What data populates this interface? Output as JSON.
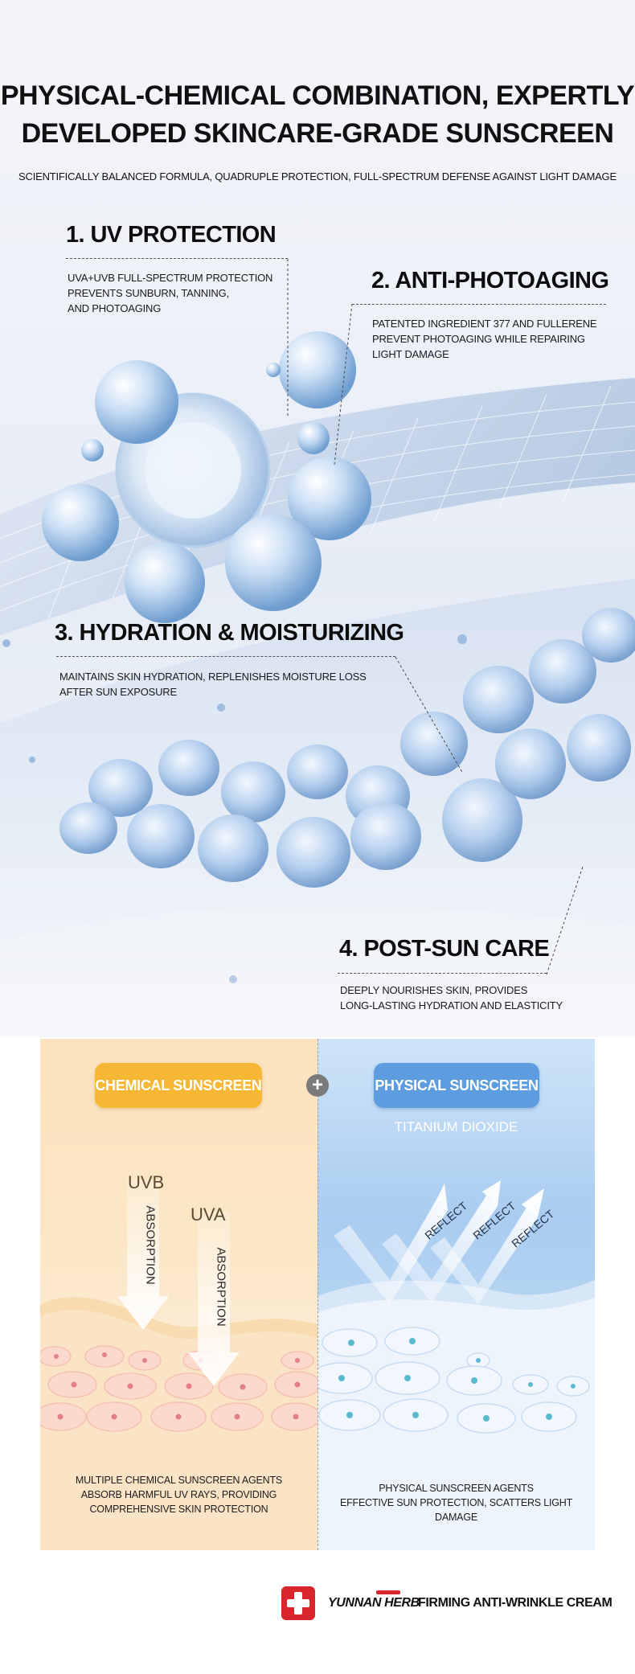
{
  "header": {
    "title_line1": "PHYSICAL-CHEMICAL COMBINATION, EXPERTLY",
    "title_line2": "DEVELOPED SKINCARE-GRADE SUNSCREEN",
    "subtitle": "SCIENTIFICALLY BALANCED FORMULA, QUADRUPLE PROTECTION, FULL-SPECTRUM DEFENSE AGAINST LIGHT DAMAGE"
  },
  "features": [
    {
      "title": "1. UV PROTECTION",
      "lines": [
        "UVA+UVB FULL-SPECTRUM PROTECTION",
        "PREVENTS SUNBURN, TANNING,",
        "AND PHOTOAGING"
      ]
    },
    {
      "title": "2. ANTI-PHOTOAGING",
      "lines": [
        "PATENTED INGREDIENT 377 AND FULLERENE",
        "PREVENT PHOTOAGING WHILE REPAIRING",
        "LIGHT DAMAGE"
      ]
    },
    {
      "title": "3. HYDRATION & MOISTURIZING",
      "lines": [
        "MAINTAINS SKIN HYDRATION, REPLENISHES MOISTURE LOSS",
        "AFTER SUN EXPOSURE"
      ]
    },
    {
      "title": "4. POST-SUN CARE",
      "lines": [
        "DEEPLY NOURISHES SKIN, PROVIDES",
        "LONG-LASTING HYDRATION AND ELASTICITY"
      ]
    }
  ],
  "comparison": {
    "chemical": {
      "label": "CHEMICAL SUNSCREEN",
      "uvb": "UVB",
      "uva": "UVA",
      "arrow_text": "ABSORPTION",
      "caption_lines": [
        "MULTIPLE CHEMICAL SUNSCREEN AGENTS",
        "ABSORB HARMFUL UV RAYS, PROVIDING",
        "COMPREHENSIVE SKIN PROTECTION"
      ],
      "color": "#f5b734"
    },
    "plus": "+",
    "physical": {
      "label": "PHYSICAL SUNSCREEN",
      "ingredient": "TITANIUM DIOXIDE",
      "arrow_text": "REFLECT",
      "caption_lines": [
        "PHYSICAL SUNSCREEN AGENTS",
        "EFFECTIVE SUN PROTECTION, SCATTERS LIGHT DAMAGE"
      ],
      "color": "#5d9cde"
    }
  },
  "brand": {
    "name": "YUNNAN HERB",
    "product": "FIRMING ANTI-WRINKLE CREAM",
    "logo_icon": "red-cross-icon",
    "brand_color": "#d9262d"
  }
}
